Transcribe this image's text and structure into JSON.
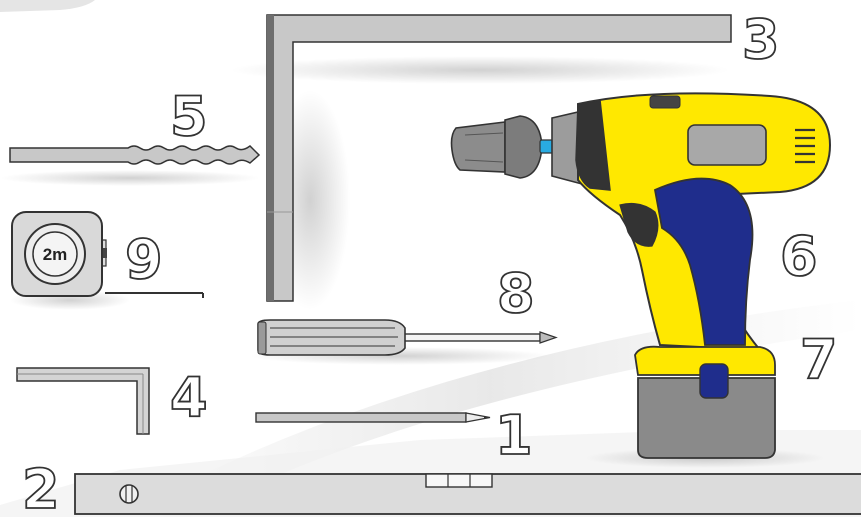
{
  "labels": {
    "pencil": "1",
    "spirit_level": "2",
    "carpenter_square": "3",
    "hex_key": "4",
    "drill_bit": "5",
    "drill": "6",
    "battery": "7",
    "screwdriver": "8",
    "tape_measure": "9"
  },
  "tape_measure": {
    "marking": "2m"
  },
  "colors": {
    "tool_gray": "#c8c8c8",
    "outline": "#333333",
    "drill_yellow": "#ffe800",
    "drill_blue": "#1f2d8c",
    "chuck_gray": "#8c8c8c",
    "battery_gray": "#8a8a8a",
    "accent_cyan": "#29abe2"
  }
}
